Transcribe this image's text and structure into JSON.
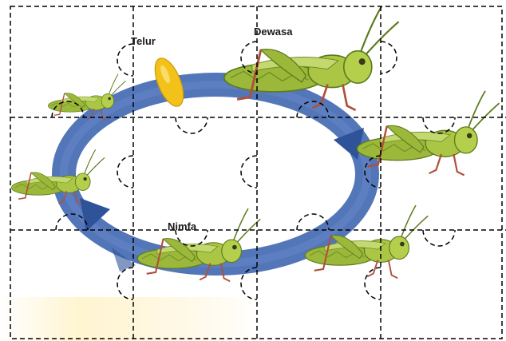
{
  "labels": {
    "egg": "Telur",
    "adult": "Dewasa",
    "nymph": "Nimfa"
  },
  "colors": {
    "arrow": "#4a6fb5",
    "arrow_dark": "#2f5399",
    "grasshopper_body": "#9bb83a",
    "grasshopper_dark": "#5d7a1c",
    "leg_red": "#b0503a",
    "egg": "#f2c21a",
    "puzzle_line": "#000000"
  },
  "icons": [
    "egg-icon",
    "grasshopper-icon",
    "cycle-arrow-icon",
    "puzzle-piece-outline"
  ]
}
